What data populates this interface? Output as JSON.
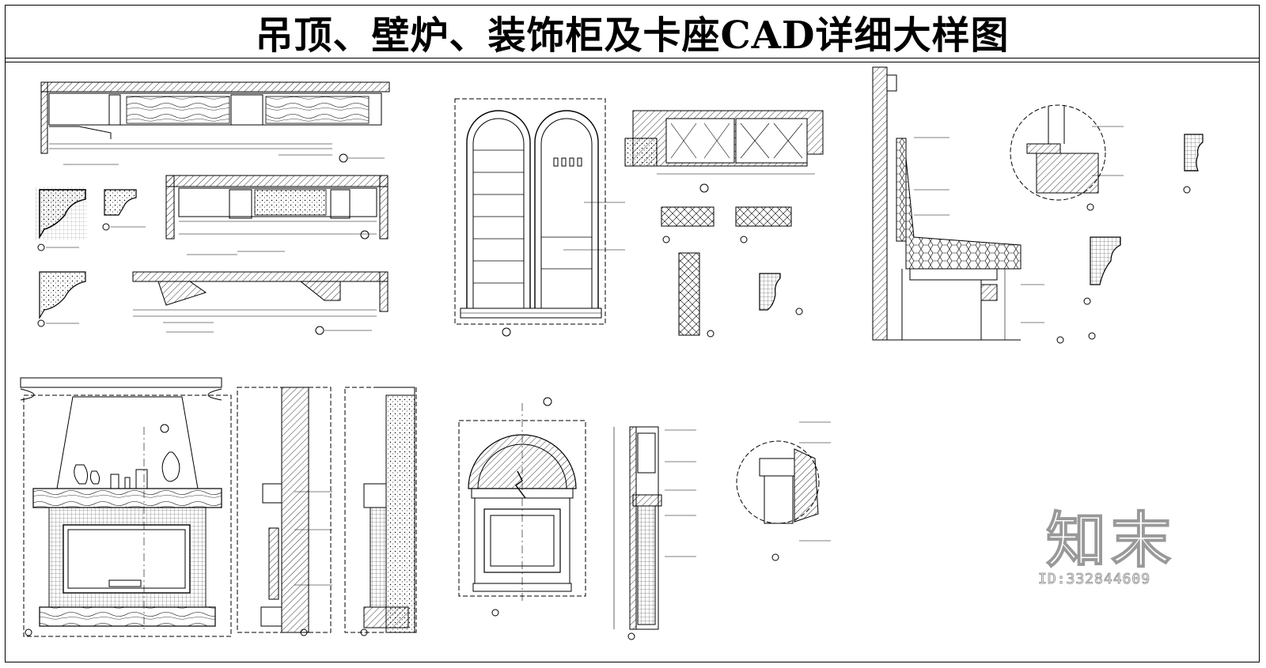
{
  "title": "吊顶、壁炉、装饰柜及卡座CAD详细大样图",
  "watermark": {
    "brand": "知末",
    "id_label": "ID:332844609"
  }
}
